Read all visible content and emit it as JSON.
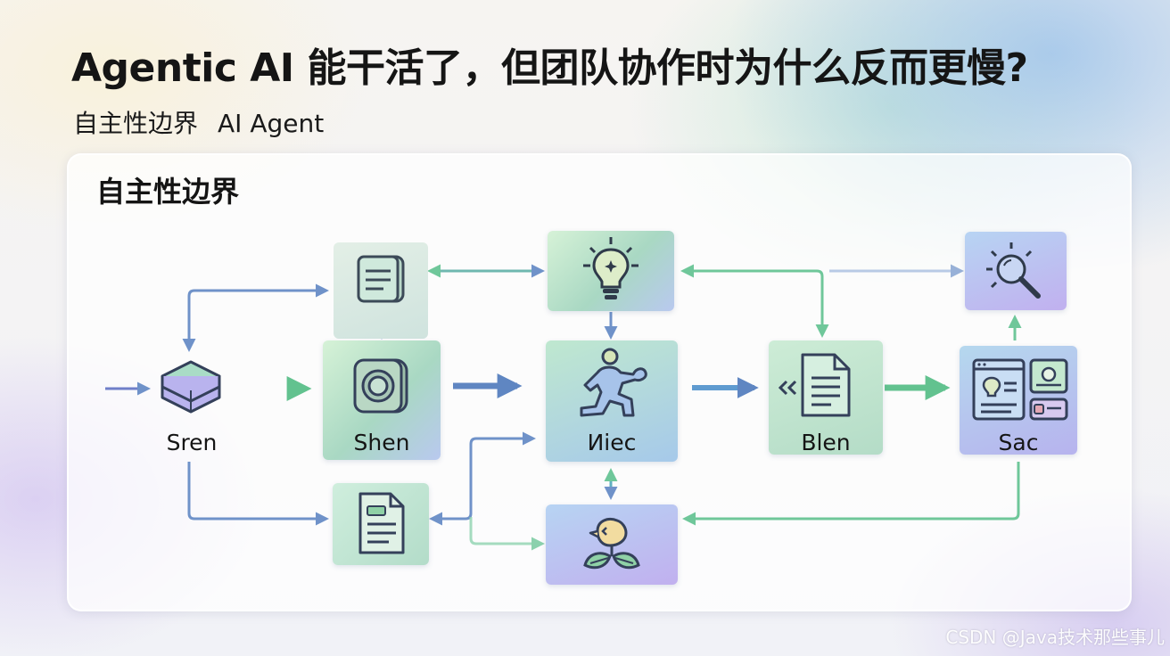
{
  "title": "Agentic AI 能干活了，但团队协作时为什么反而更慢?",
  "subtitle": {
    "part1": "自主性边界",
    "part2": "AI Agent"
  },
  "panel": {
    "title": "自主性边界"
  },
  "nodes": {
    "sren": {
      "label": "Sren",
      "icon": "stack-layers-icon"
    },
    "shen": {
      "label": "Shen",
      "icon": "camera-lens-icon"
    },
    "miec": {
      "label": "Иiec",
      "icon": "running-figure-icon"
    },
    "blen": {
      "label": "Blen",
      "icon": "document-icon"
    },
    "sac": {
      "label": "Sac",
      "icon": "dashboard-panels-icon"
    },
    "top_doc": {
      "icon": "notes-icon"
    },
    "bulb": {
      "icon": "lightbulb-icon"
    },
    "search": {
      "icon": "magnifier-icon"
    },
    "bottom_doc": {
      "icon": "file-icon"
    },
    "leaves": {
      "icon": "bird-leaves-icon"
    }
  },
  "colors": {
    "arrow_blue": "#6f92c9",
    "arrow_green": "#6fc79a",
    "text": "#151515"
  },
  "watermark": "CSDN @Java技术那些事儿"
}
